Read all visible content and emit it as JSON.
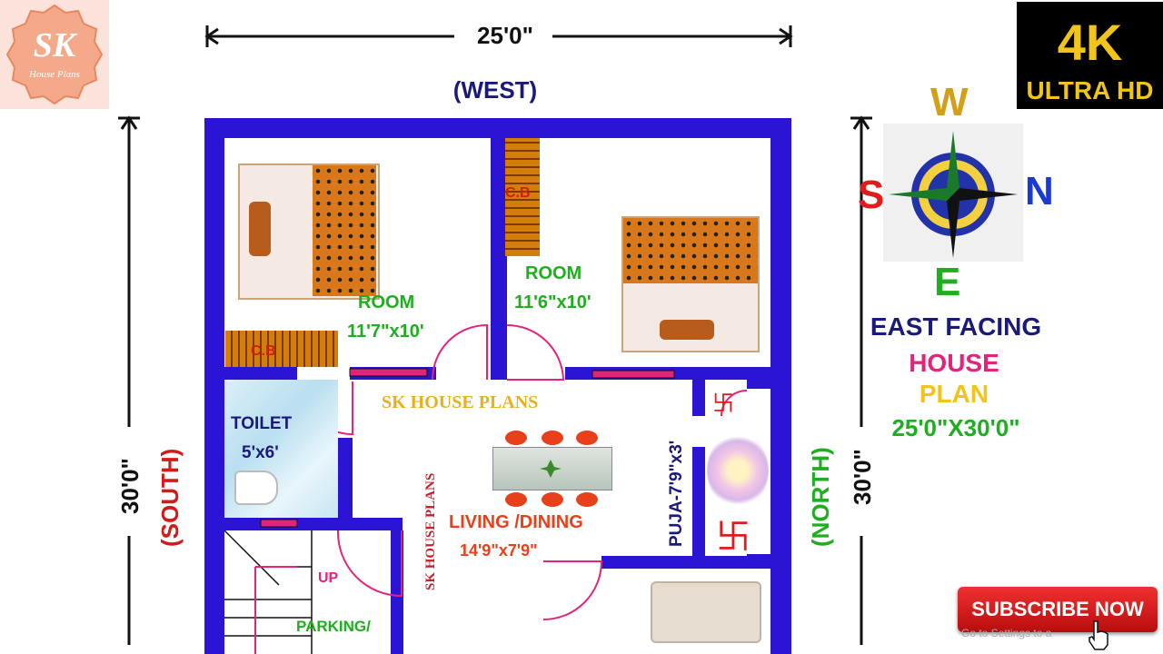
{
  "logo": {
    "initials": "SK",
    "subtitle": "House Plans"
  },
  "badge": {
    "line1": "4K",
    "line2": "ULTRA HD"
  },
  "dimensions": {
    "width": "25'0\"",
    "depth_left": "30'0\"",
    "depth_right": "30'0\""
  },
  "directions": {
    "top": "(WEST)",
    "left": "(SOUTH)",
    "right": "(NORTH)"
  },
  "compass": {
    "w": "W",
    "s": "S",
    "n": "N",
    "e": "E"
  },
  "title": {
    "line1": "EAST FACING",
    "line2": "HOUSE",
    "line3": "PLAN",
    "line4": "25'0\"X30'0\""
  },
  "rooms": {
    "room1_name": "ROOM",
    "room1_size": "11'7\"x10'",
    "room2_name": "ROOM",
    "room2_size": "11'6\"x10'",
    "cb1": "C.B",
    "cb2": "C.B",
    "toilet_name": "TOILET",
    "toilet_size": "5'x6'",
    "living_name": "LIVING /DINING",
    "living_size": "14'9\"x7'9\"",
    "puja": "PUJA-7'9\"x3'",
    "up": "UP",
    "parking": "PARKING/"
  },
  "watermark": {
    "horizontal": "SK HOUSE PLANS",
    "vertical": "SK HOUSE PLANS"
  },
  "subscribe": {
    "label": "SUBSCRIBE NOW",
    "overlay_text": "Go to Settings to a"
  },
  "colors": {
    "wall": "#2b14d4",
    "green": "#1fae1f",
    "red": "#e11c1c",
    "navy": "#1a1a7a",
    "pink": "#e0257a",
    "gold": "#f0c419"
  }
}
